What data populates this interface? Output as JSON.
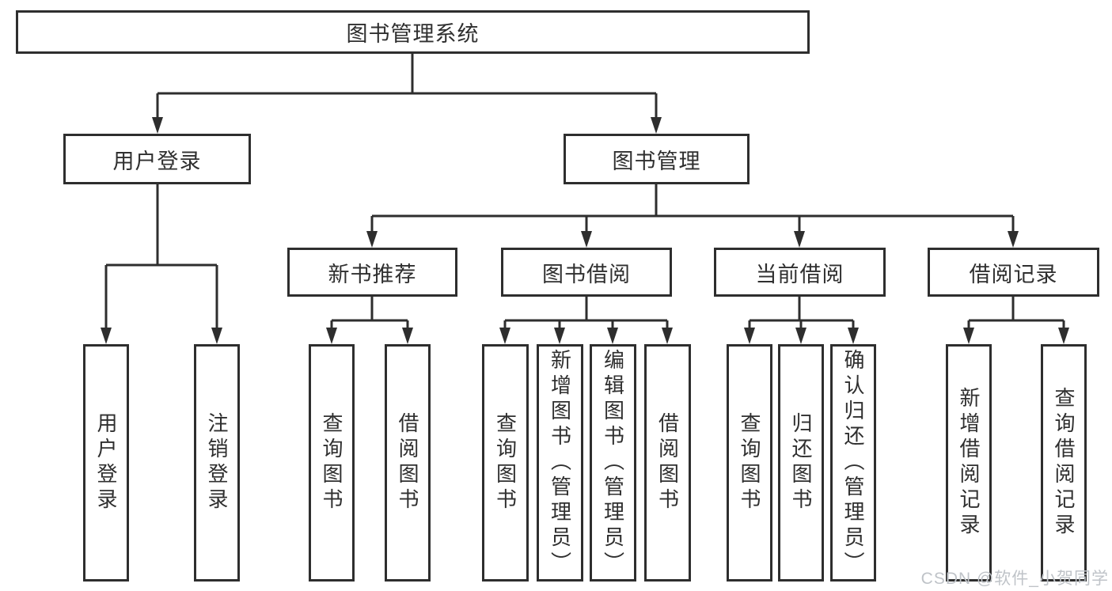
{
  "colors": {
    "line": "#2e2e2e",
    "box_border": "#2e2e2e",
    "box_background": "#ffffff",
    "text": "#2f2f2f",
    "watermark": "#bfc3c8"
  },
  "watermark": {
    "text": "CSDN @软件_小贺同学"
  },
  "tree": {
    "root": {
      "label": "图书管理系统"
    },
    "branches": [
      {
        "label": "用户登录",
        "children": [
          {
            "label": "用户登录"
          },
          {
            "label": "注销登录"
          }
        ]
      },
      {
        "label": "图书管理",
        "children": [
          {
            "label": "新书推荐",
            "children": [
              {
                "label": "查询图书"
              },
              {
                "label": "借阅图书"
              }
            ]
          },
          {
            "label": "图书借阅",
            "children": [
              {
                "label": "查询图书"
              },
              {
                "label": "新增图书（管理员）"
              },
              {
                "label": "编辑图书（管理员）"
              },
              {
                "label": "借阅图书"
              }
            ]
          },
          {
            "label": "当前借阅",
            "children": [
              {
                "label": "查询图书"
              },
              {
                "label": "归还图书"
              },
              {
                "label": "确认归还（管理员）"
              }
            ]
          },
          {
            "label": "借阅记录",
            "children": [
              {
                "label": "新增借阅记录"
              },
              {
                "label": "查询借阅记录"
              }
            ]
          }
        ]
      }
    ]
  }
}
